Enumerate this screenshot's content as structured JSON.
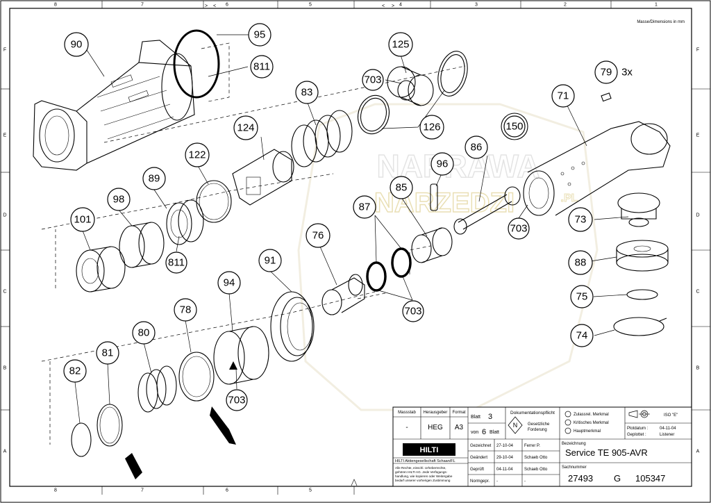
{
  "sheet": {
    "dimensions_note": "Masse/Dimensions in mm",
    "columns": [
      "8",
      "7",
      "6",
      "5",
      "4",
      "3",
      "2",
      "1"
    ],
    "rows": [
      "F",
      "E",
      "D",
      "C",
      "B",
      "A"
    ]
  },
  "parts": {
    "p90": "90",
    "p95": "95",
    "p811a": "811",
    "p125": "125",
    "p703a": "703",
    "p79": "79",
    "p79_qty": "3x",
    "p83": "83",
    "p126": "126",
    "p71": "71",
    "p150": "150",
    "p124": "124",
    "p86": "86",
    "p122": "122",
    "p96": "96",
    "p89": "89",
    "p98": "98",
    "p85": "85",
    "p87": "87",
    "p101": "101",
    "p703b": "703",
    "p73": "73",
    "p811b": "811",
    "p76": "76",
    "p91": "91",
    "p88": "88",
    "p94": "94",
    "p78": "78",
    "p703c": "703",
    "p75": "75",
    "p80": "80",
    "p74": "74",
    "p81": "81",
    "p82": "82",
    "p703d": "703"
  },
  "watermark": {
    "line1": "NAPRAWA",
    "line2": "NARZEDZI",
    "suffix": ".PL"
  },
  "title_block": {
    "massstab_label": "Massstab",
    "massstab_value": "-",
    "herausgeber_label": "Herausgeber",
    "herausgeber_value": "HEG",
    "format_label": "Format",
    "format_value": "A3",
    "blatt_label": "Blatt",
    "blatt_value": "3",
    "von_label": "von",
    "von_value": "6",
    "blatt2_label": "Blatt",
    "dokpflicht_label": "Dokumentationspflicht",
    "dok_symbol": "N",
    "dok_text1": "Gesetzliche",
    "dok_text2": "Forderung",
    "merkmal1": "Zulassrel. Merkmal",
    "merkmal2": "Kritisches Merkmal",
    "merkmal3": "Hauptmerkmal",
    "iso_label": "ISO \"E\"",
    "plotdatum_label": "Plotdatum :",
    "plotdatum_value": "04-11-04",
    "geplottet_label": "Geplottet :",
    "geplottet_value": "Listener",
    "logo_text": "HILTI",
    "company": "HILTI Aktiengesellschaft Schaan/FL",
    "legal1": "Alle Rechte, einschl. Urheberrechte,",
    "legal2": "gehören HILTI AG. Jede Verfügungs-",
    "legal3": "handlung, wie kopieren oder Weitergabe",
    "legal4": "bedarf unserer vorherigen Zustimmung",
    "gezeichnet_label": "Gezeichnet",
    "gezeichnet_date": "27-10-04",
    "gezeichnet_name": "Ferrer P.",
    "geaendert_label": "Geändert",
    "geaendert_date": "29-10-04",
    "geaendert_name": "Schaeb Otto",
    "geprueft_label": "Geprüft",
    "geprueft_date": "04-11-04",
    "geprueft_name": "Schaeb Otto",
    "normgepr_label": "Normgepr.",
    "normgepr_date": "-",
    "normgepr_name": "-",
    "bezeichnung_label": "Bezeichnung",
    "bezeichnung_value": "Service TE 905-AVR",
    "sachnummer_label": "Sachnummer",
    "sach_a": "27493",
    "sach_b": "G",
    "sach_c": "105347"
  }
}
